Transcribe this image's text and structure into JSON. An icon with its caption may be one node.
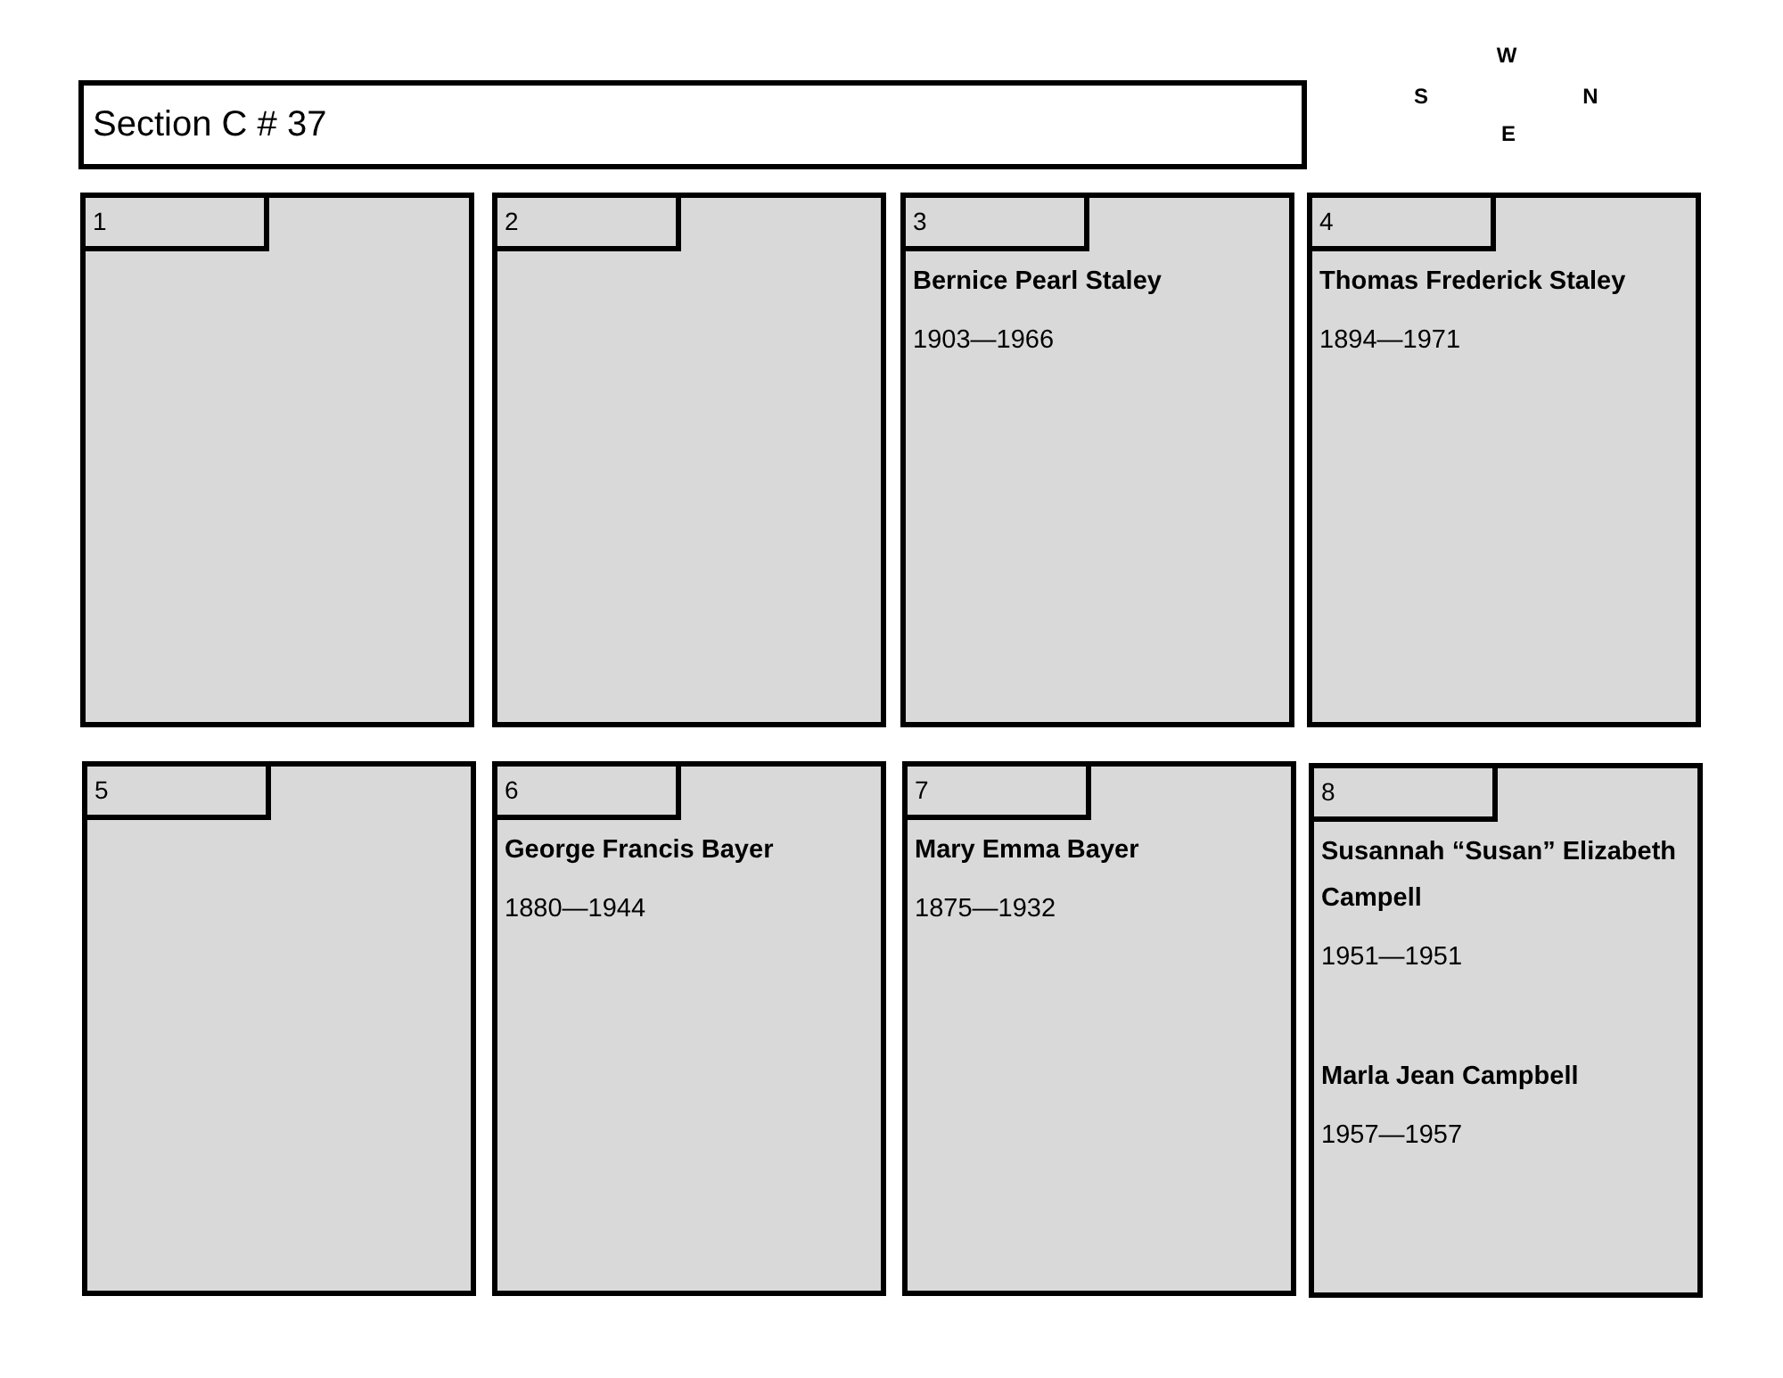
{
  "diagram": {
    "title": "Section C # 37",
    "nodes": [
      {
        "text": [],
        "shape": "box"
      },
      {
        "text": [
          "1"
        ],
        "in": 0
      },
      {
        "text": [],
        "shape": "box"
      },
      {
        "text": [
          "2"
        ],
        "in": 2
      },
      {
        "text": [
          "Bernice Pearl Staley",
          "1903—1966"
        ]
      },
      {
        "text": [
          "3"
        ],
        "in": 4
      },
      {
        "text": [
          "Thomas Frederick Staley",
          "1894—1971"
        ]
      },
      {
        "text": [
          "4"
        ],
        "in": 6
      },
      {
        "text": [],
        "shape": "box"
      },
      {
        "text": [
          "5"
        ],
        "in": 8
      },
      {
        "text": [
          "George Francis Bayer",
          "1880—1944"
        ]
      },
      {
        "text": [
          "6"
        ],
        "in": 10
      },
      {
        "text": [
          "Mary Emma Bayer",
          "1875—1932"
        ]
      },
      {
        "text": [
          "7"
        ],
        "in": 12
      },
      {
        "text": [
          "Susannah “Susan” Elizabeth Campell",
          "1951—1951",
          "Marla Jean Campbell",
          "1957—1957"
        ]
      },
      {
        "text": [
          "8"
        ],
        "in": 14
      }
    ],
    "labels": [
      "W",
      "S",
      "N",
      "E"
    ]
  }
}
